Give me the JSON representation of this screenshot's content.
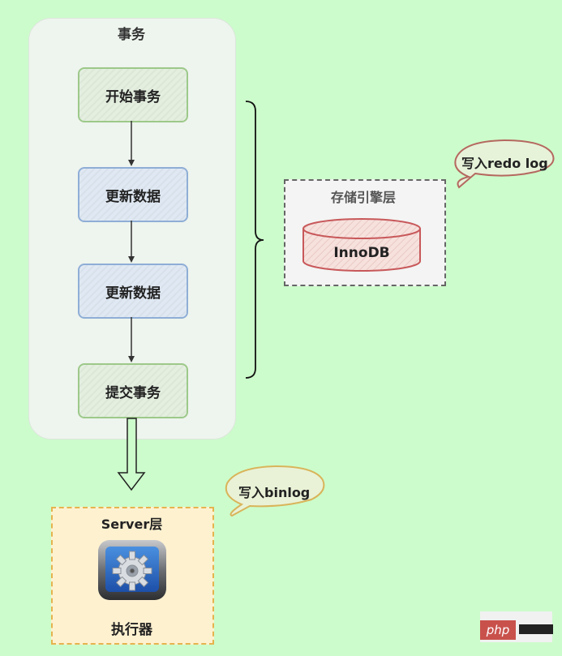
{
  "transaction_group": {
    "title": "事务",
    "steps": [
      {
        "label": "开始事务",
        "style": "green"
      },
      {
        "label": "更新数据",
        "style": "blue"
      },
      {
        "label": "更新数据",
        "style": "blue"
      },
      {
        "label": "提交事务",
        "style": "green"
      }
    ]
  },
  "storage_layer": {
    "title": "存储引擎层",
    "engine": "InnoDB",
    "callout": "写入redo log"
  },
  "server_layer": {
    "title": "Server层",
    "component": "执行器",
    "component_icon": "gear-icon",
    "callout": "写入binlog"
  },
  "watermark": {
    "brand": "php"
  },
  "colors": {
    "background": "#ccfccb",
    "step_green_border": "#9dc98a",
    "step_blue_border": "#8faed6",
    "engine_border": "#c8585a",
    "server_border": "#e6b34e",
    "redo_bubble_border": "#b5685f",
    "binlog_bubble_border": "#d9b45a"
  }
}
